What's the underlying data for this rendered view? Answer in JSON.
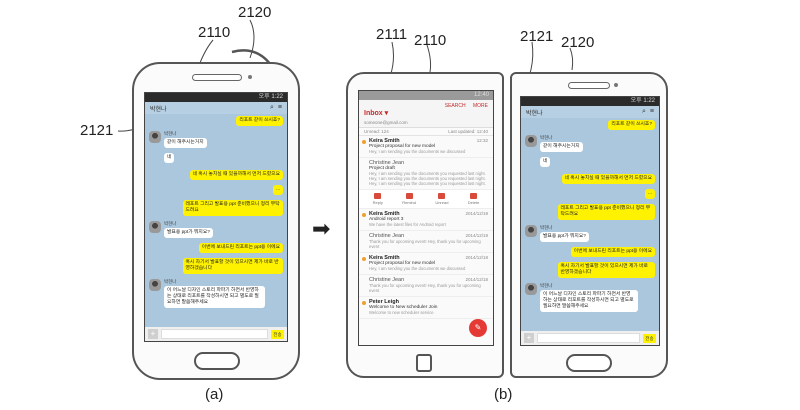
{
  "figure": {
    "labels": {
      "l2110a": "2110",
      "l2120a": "2120",
      "l2121a": "2121",
      "l2111b": "2111",
      "l2110b": "2110",
      "l2121b": "2121",
      "l2120b": "2120"
    },
    "captions": {
      "a": "(a)",
      "b": "(b)"
    },
    "arrow_glyph": "➡"
  },
  "chat": {
    "title": "박현나",
    "status_time": "오후 1:22",
    "messages": [
      {
        "side": "right",
        "text": "리포트 같이 쓰시죠?"
      },
      {
        "side": "left",
        "name": "박현나",
        "text": "같이 해주시는거지"
      },
      {
        "side": "left",
        "text": "네"
      },
      {
        "side": "right",
        "text": "네 혹시 놓치실 때 있을까해서 먼저 드렸으요"
      },
      {
        "side": "right",
        "text": "..."
      },
      {
        "side": "right",
        "text": "레포트 그리고 발표용 ppt 준비했으니 정리 부탁드려요"
      },
      {
        "side": "left",
        "name": "박현나",
        "text": "발표용 ppt가 뭐지요?"
      },
      {
        "side": "right",
        "text": "이번에 보내드린 리포트는 ppt용 이에요"
      },
      {
        "side": "right",
        "text": "혹시 자기서 발표할 것이 있으시면 제가 바로 반영하겠습니다"
      },
      {
        "side": "left",
        "name": "박현나",
        "text": "이 어느날 디자인 스토리 파파기 하면서 반영하는 상태로 리포트를 작성하시면 되고 별도로 필요하면 말씀해주세요"
      }
    ],
    "input": {
      "plus": "+",
      "send": "전송"
    }
  },
  "mail": {
    "status_time": "12:40",
    "inbox": "Inbox ▾",
    "account": "someone@gmail.com",
    "actions": {
      "search": "SEARCH",
      "more": "MORE"
    },
    "sub": {
      "left": "Unread: 124",
      "right": "Last updated: 12:40"
    },
    "items": [
      {
        "from": "Keira Smith",
        "date": "12:32",
        "subject": "Project proposal for new model",
        "snippet": "Hey, I am sending you the documents we discussed",
        "unread": true
      },
      {
        "from": "Christine Jean",
        "date": "",
        "subject": "Project draft",
        "snippet": "Hey, I am sending you the documents you requested last night. Hey, I am sending you the documents you requested last night. Hey, I am sending you the documents you requested last night.",
        "unread": false
      }
    ],
    "quick_actions": [
      "Reply",
      "Remind",
      "Unread",
      "Delete"
    ],
    "items2": [
      {
        "from": "Keira Smith",
        "date": "2014/12/19",
        "subject": "Android report 3",
        "snippet": "We have the latest files for Android report",
        "unread": true
      },
      {
        "from": "Christine Jean",
        "date": "2014/12/19",
        "subject": "",
        "snippet": "Thank you for upcoming event! Hey, thank you for upcoming event",
        "unread": false
      },
      {
        "from": "Keira Smith",
        "date": "2014/12/18",
        "subject": "Project proposal for new model",
        "snippet": "Hey, I am sending you the documents we discussed",
        "unread": true
      },
      {
        "from": "Christine Jean",
        "date": "2014/12/18",
        "subject": "",
        "snippet": "Thank you for upcoming event! Hey, thank you for upcoming event",
        "unread": false
      },
      {
        "from": "Peter Leigh",
        "date": "",
        "subject": "Welcome to New scheduler Join",
        "snippet": "Welcome to new scheduler service",
        "unread": true
      }
    ],
    "fab": "✎"
  }
}
